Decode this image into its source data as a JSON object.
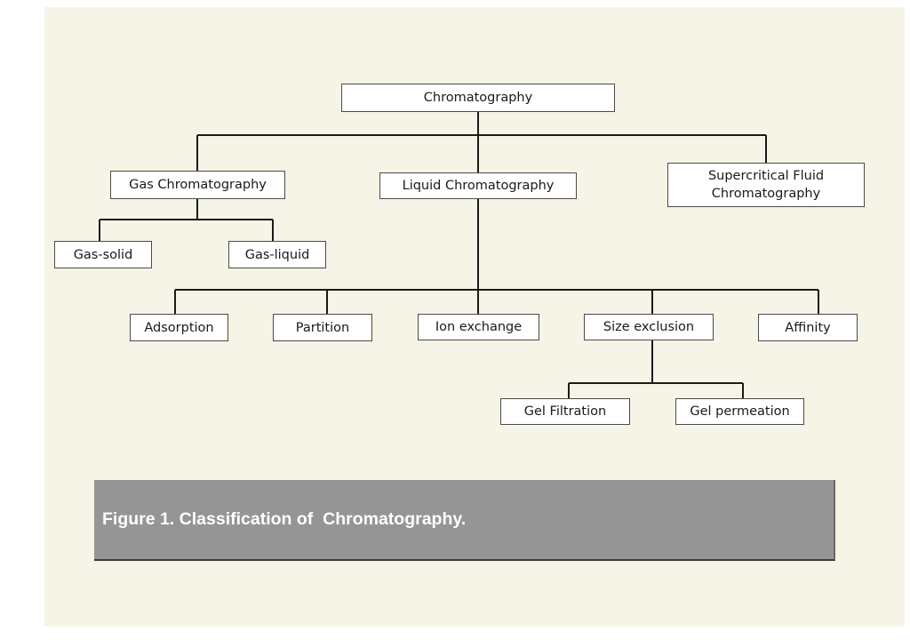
{
  "diagram": {
    "nodes": {
      "root": "Chromatography",
      "gas": "Gas Chromatography",
      "liquid": "Liquid Chromatography",
      "supercritical": "Supercritical Fluid\nChromatography",
      "gas_solid": "Gas-solid",
      "gas_liquid": "Gas-liquid",
      "adsorption": "Adsorption",
      "partition": "Partition",
      "ion_exchange": "Ion exchange",
      "size_exclusion": "Size exclusion",
      "affinity": "Affinity",
      "gel_filtration": "Gel Filtration",
      "gel_permeation": "Gel permeation"
    },
    "edges": [
      [
        "root",
        "gas"
      ],
      [
        "root",
        "liquid"
      ],
      [
        "root",
        "supercritical"
      ],
      [
        "gas",
        "gas_solid"
      ],
      [
        "gas",
        "gas_liquid"
      ],
      [
        "liquid",
        "adsorption"
      ],
      [
        "liquid",
        "partition"
      ],
      [
        "liquid",
        "ion_exchange"
      ],
      [
        "liquid",
        "size_exclusion"
      ],
      [
        "liquid",
        "affinity"
      ],
      [
        "size_exclusion",
        "gel_filtration"
      ],
      [
        "size_exclusion",
        "gel_permeation"
      ]
    ]
  },
  "caption": "Figure 1. Classification of  Chromatography."
}
